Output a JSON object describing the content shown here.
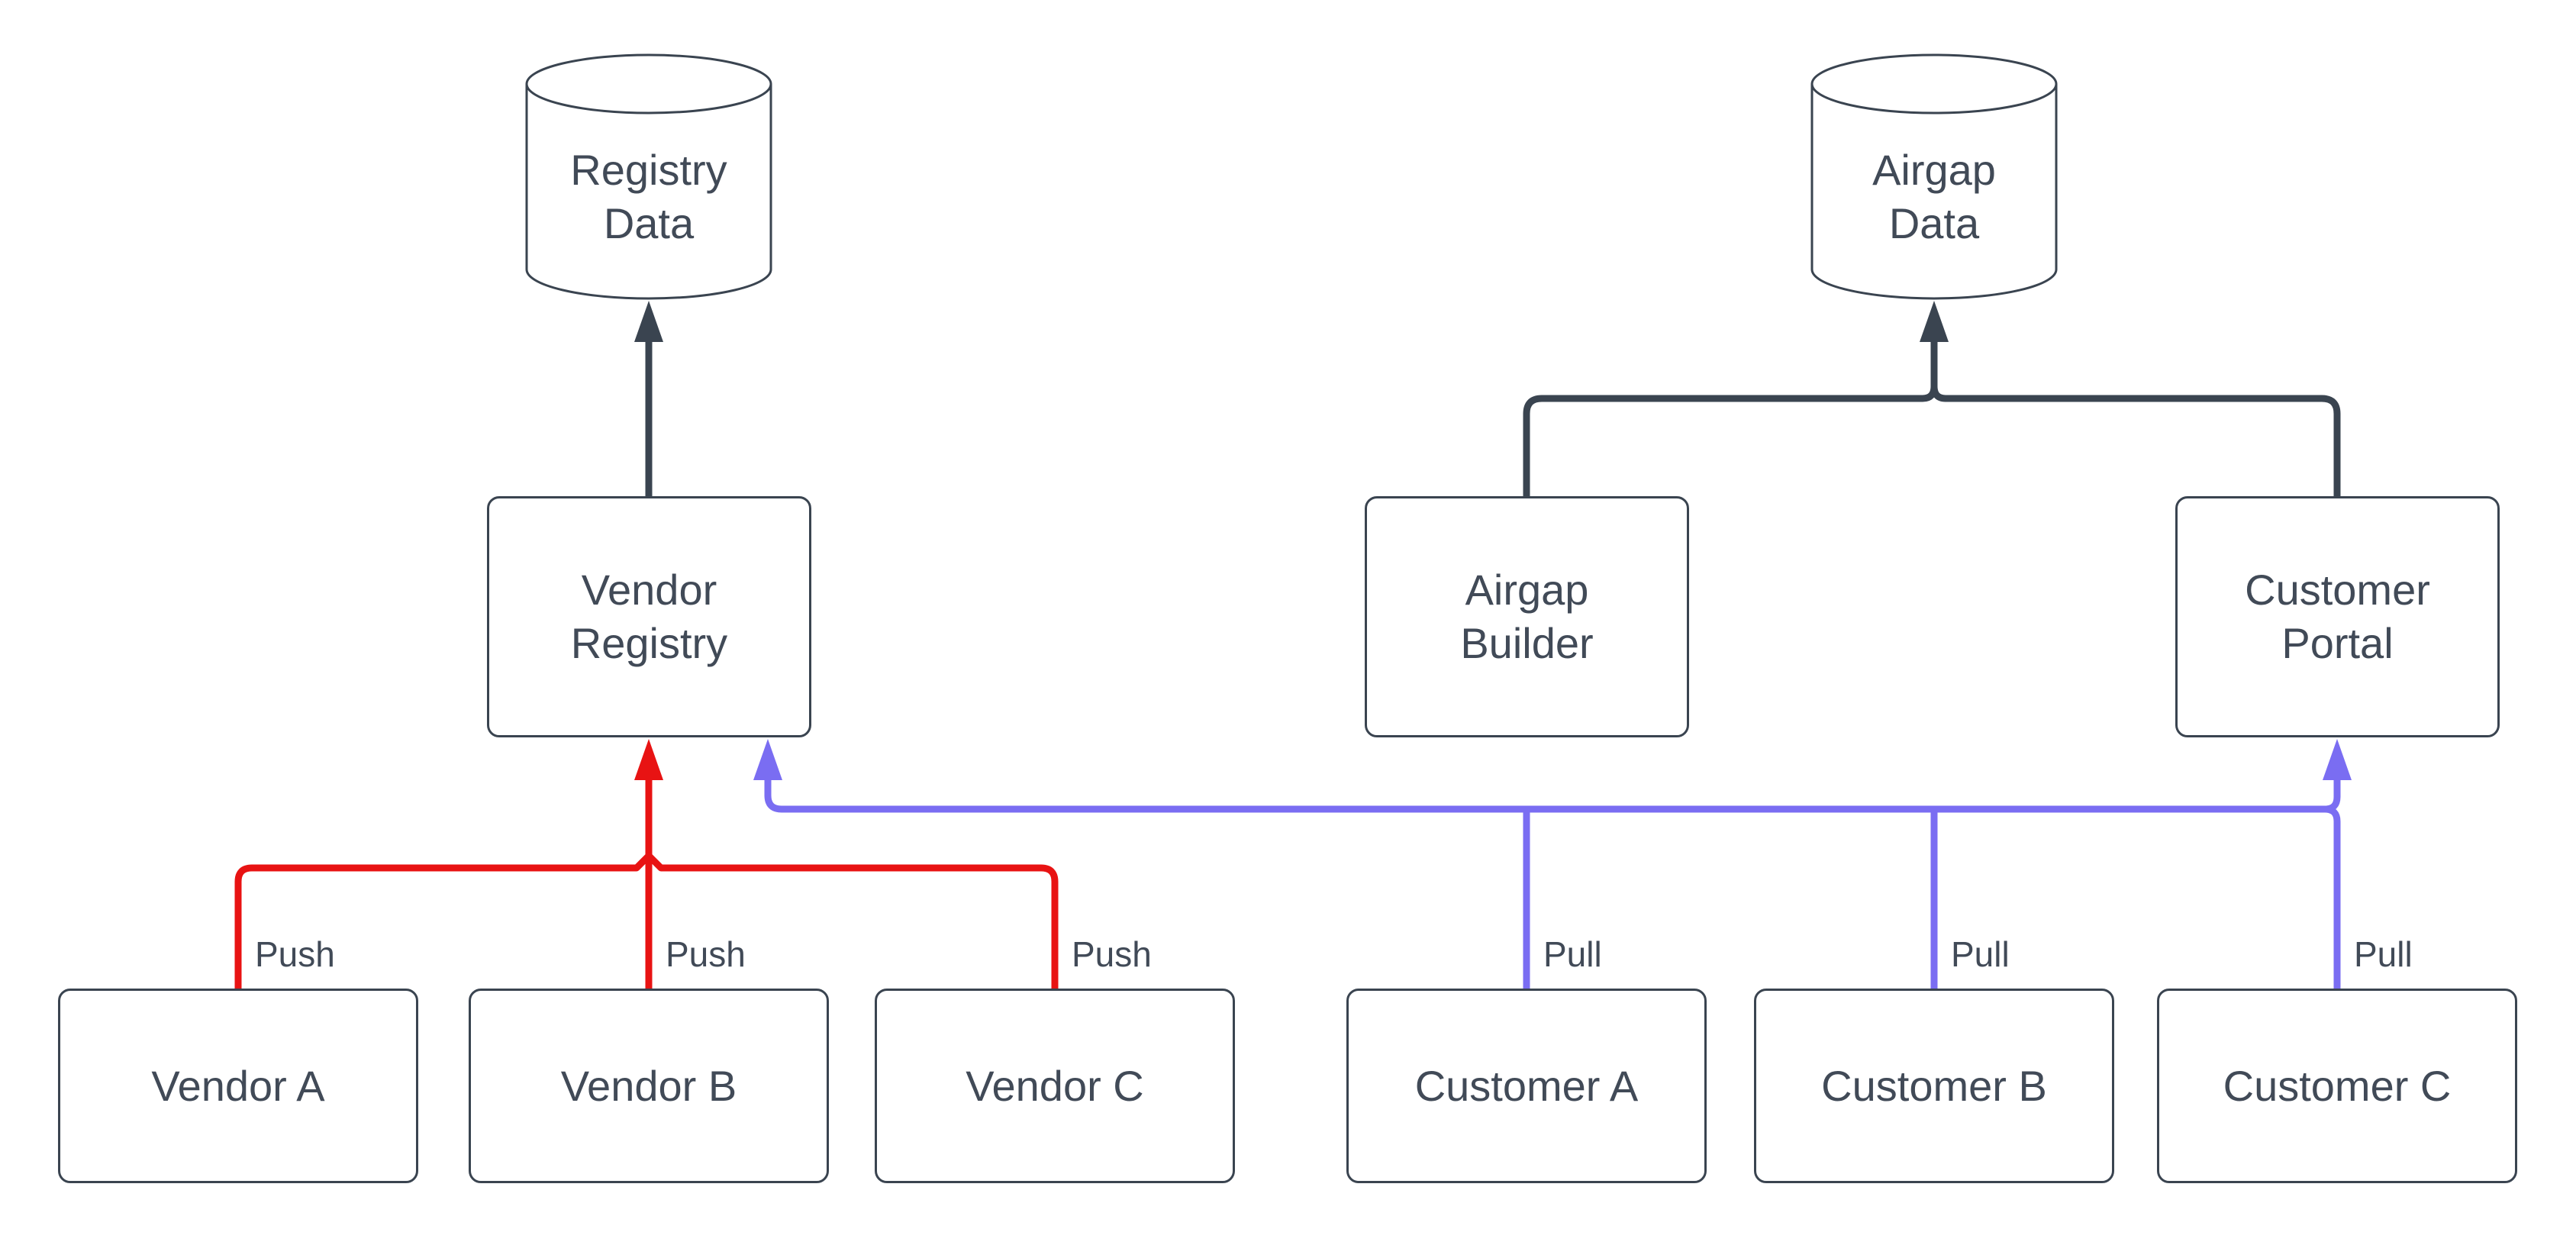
{
  "diagram": {
    "nodes": {
      "registry_data": {
        "shape": "cylinder",
        "lines": [
          "Registry",
          "Data"
        ]
      },
      "airgap_data": {
        "shape": "cylinder",
        "lines": [
          "Airgap",
          "Data"
        ]
      },
      "vendor_registry": {
        "shape": "rect",
        "lines": [
          "Vendor",
          "Registry"
        ]
      },
      "airgap_builder": {
        "shape": "rect",
        "lines": [
          "Airgap",
          "Builder"
        ]
      },
      "customer_portal": {
        "shape": "rect",
        "lines": [
          "Customer",
          "Portal"
        ]
      },
      "vendor_a": {
        "shape": "rect",
        "lines": [
          "Vendor A"
        ]
      },
      "vendor_b": {
        "shape": "rect",
        "lines": [
          "Vendor B"
        ]
      },
      "vendor_c": {
        "shape": "rect",
        "lines": [
          "Vendor C"
        ]
      },
      "customer_a": {
        "shape": "rect",
        "lines": [
          "Customer A"
        ]
      },
      "customer_b": {
        "shape": "rect",
        "lines": [
          "Customer B"
        ]
      },
      "customer_c": {
        "shape": "rect",
        "lines": [
          "Customer C"
        ]
      }
    },
    "edge_labels": {
      "push": "Push",
      "pull": "Pull"
    },
    "edges": [
      {
        "sources": [
          "Vendor Registry"
        ],
        "targets": [
          "Registry Data"
        ],
        "label": "",
        "color": "#3a4450"
      },
      {
        "sources": [
          "Airgap Builder",
          "Customer Portal"
        ],
        "targets": [
          "Airgap Data"
        ],
        "label": "",
        "color": "#3a4450"
      },
      {
        "sources": [
          "Vendor A",
          "Vendor B",
          "Vendor C"
        ],
        "targets": [
          "Vendor Registry"
        ],
        "label": "Push",
        "color": "#e81313"
      },
      {
        "sources": [
          "Customer A",
          "Customer B",
          "Customer C"
        ],
        "targets": [
          "Vendor Registry",
          "Customer Portal"
        ],
        "label": "Pull",
        "color": "#7a6df2"
      }
    ],
    "colors": {
      "outline": "#3a4450",
      "text": "#414a57",
      "push": "#e81313",
      "pull": "#7a6df2",
      "background": "#ffffff"
    }
  }
}
